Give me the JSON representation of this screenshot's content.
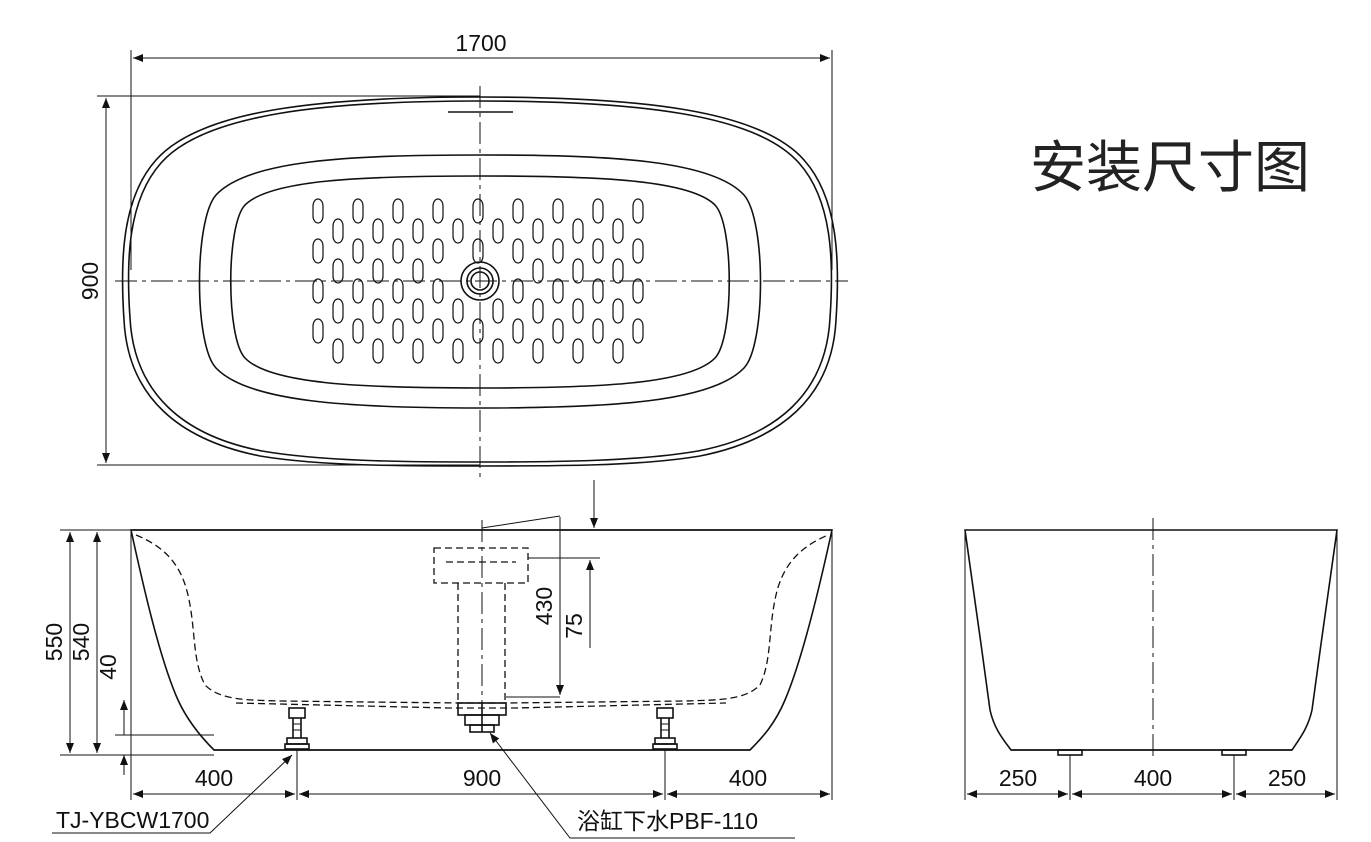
{
  "title": "安装尺寸图",
  "top_view": {
    "length": "1700",
    "width": "900"
  },
  "front_view": {
    "height_total": "550",
    "height_inner": "540",
    "base_height": "40",
    "drain_height": "430",
    "drain_offset": "75",
    "left_span": "400",
    "mid_span": "900",
    "right_span": "400",
    "foot_label": "TJ-YBCW1700",
    "drain_label": "浴缸下水PBF-110"
  },
  "side_view": {
    "left_span": "250",
    "mid_span": "400",
    "right_span": "250"
  }
}
